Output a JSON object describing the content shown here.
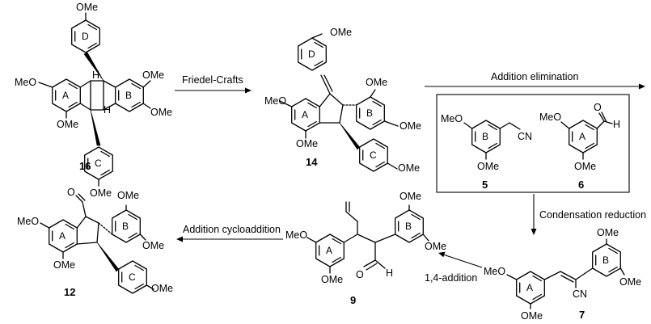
{
  "compounds": {
    "c16": {
      "number": "16",
      "rings": [
        "A",
        "B",
        "C",
        "D"
      ],
      "ome": "OMe",
      "meo": "MeO",
      "h": "H"
    },
    "c14": {
      "number": "14",
      "rings": [
        "A",
        "B",
        "C",
        "D"
      ],
      "ome": "OMe",
      "meo": "MeO"
    },
    "c5": {
      "number": "5",
      "ring": "B",
      "ome": "OMe",
      "meo": "MeO",
      "cn": "CN"
    },
    "c6": {
      "number": "6",
      "ring": "A",
      "ome": "OMe",
      "meo": "MeO",
      "o": "O",
      "h": "H"
    },
    "c12": {
      "number": "12",
      "rings": [
        "A",
        "B",
        "C"
      ],
      "ome": "OMe",
      "meo": "MeO",
      "o": "O"
    },
    "c9": {
      "number": "9",
      "rings": [
        "A",
        "B"
      ],
      "ome": "OMe",
      "meo": "MeO",
      "o": "O",
      "h": "H"
    },
    "c7": {
      "number": "7",
      "rings": [
        "A",
        "B"
      ],
      "ome": "OMe",
      "meo": "MeO",
      "cn": "CN"
    }
  },
  "reactions": {
    "friedel_crafts": "Friedel-Crafts",
    "addition_elimination": "Addition elimination",
    "condensation_reduction": "Condensation reduction",
    "addition_cycloaddition": "Addition cycloaddition",
    "addition_14": "1,4-addition"
  }
}
